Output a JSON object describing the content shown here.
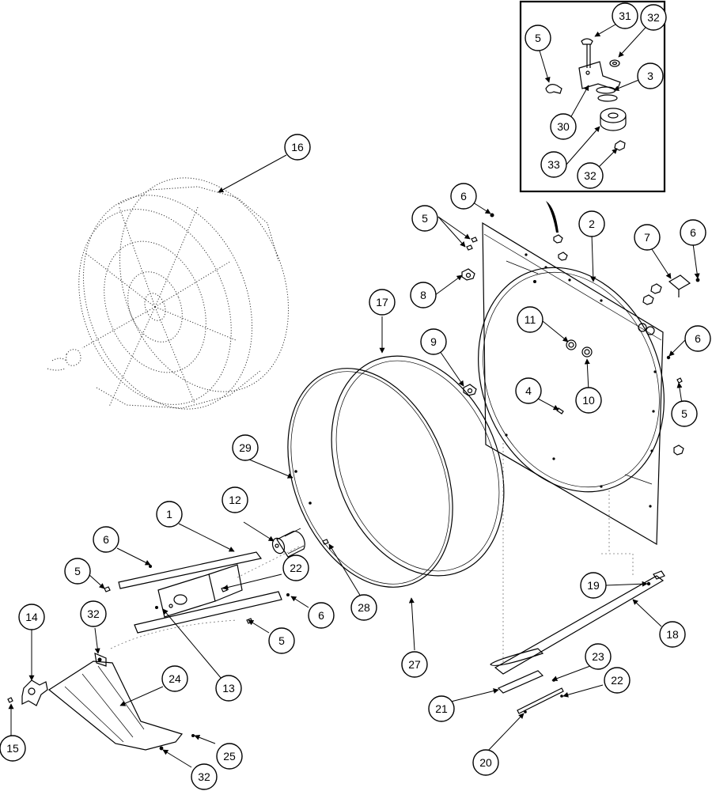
{
  "labels": [
    "1",
    "2",
    "3",
    "4",
    "5",
    "6",
    "7",
    "8",
    "9",
    "10",
    "11",
    "12",
    "13",
    "14",
    "15",
    "16",
    "17",
    "18",
    "19",
    "20",
    "21",
    "22",
    "23",
    "24",
    "25",
    "27",
    "28",
    "29",
    "30",
    "31",
    "32",
    "33"
  ]
}
